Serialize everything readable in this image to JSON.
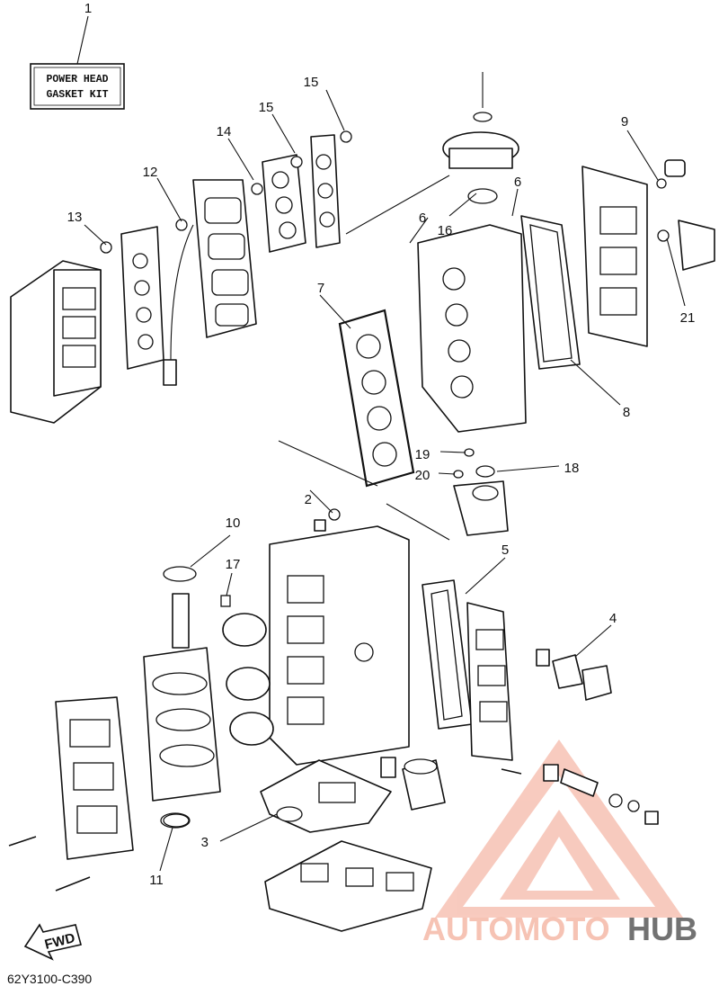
{
  "kit_label": {
    "line1": "POWER HEAD",
    "line2": "GASKET KIT"
  },
  "callouts": {
    "c1": "1",
    "c2": "2",
    "c3": "3",
    "c4": "4",
    "c5": "5",
    "c6a": "6",
    "c6b": "6",
    "c7": "7",
    "c8": "8",
    "c9": "9",
    "c10": "10",
    "c11": "11",
    "c12": "12",
    "c13": "13",
    "c14": "14",
    "c15a": "15",
    "c15b": "15",
    "c16": "16",
    "c17": "17",
    "c18": "18",
    "c19": "19",
    "c20": "20",
    "c21": "21"
  },
  "fwd_label": "FWD",
  "diagram_code": "62Y3100-C390",
  "watermark": {
    "part1": "AUTOMOTO",
    "part2": "HUB",
    "color_accent": "#f5b9a8",
    "color_dark": "#5a5a5a"
  }
}
